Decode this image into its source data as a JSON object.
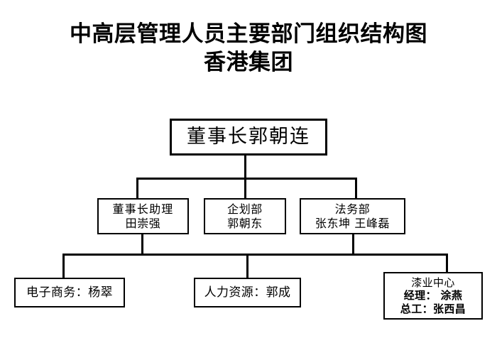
{
  "title": {
    "line1": "中高层管理人员主要部门组织结构图",
    "line2": "香港集团"
  },
  "org": {
    "root": {
      "name": "chairman",
      "lines": [
        "董事长郭朝连"
      ]
    },
    "level2": [
      {
        "name": "assistant",
        "lines": [
          "董事长助理",
          "田崇强"
        ]
      },
      {
        "name": "planning",
        "lines": [
          "企划部",
          "郭朝东"
        ]
      },
      {
        "name": "legal",
        "lines": [
          "法务部",
          "张东坤 王峰磊"
        ]
      }
    ],
    "level3": [
      {
        "name": "ecommerce",
        "lines": [
          "电子商务：杨翠"
        ]
      },
      {
        "name": "hr",
        "lines": [
          "人力资源：郭成"
        ]
      },
      {
        "name": "paint",
        "lines": [
          "漆业中心",
          "经理： 涂燕",
          "总工：张西昌"
        ]
      }
    ]
  },
  "colors": {
    "background": "#ffffff",
    "line": "#000000",
    "text": "#000000"
  }
}
